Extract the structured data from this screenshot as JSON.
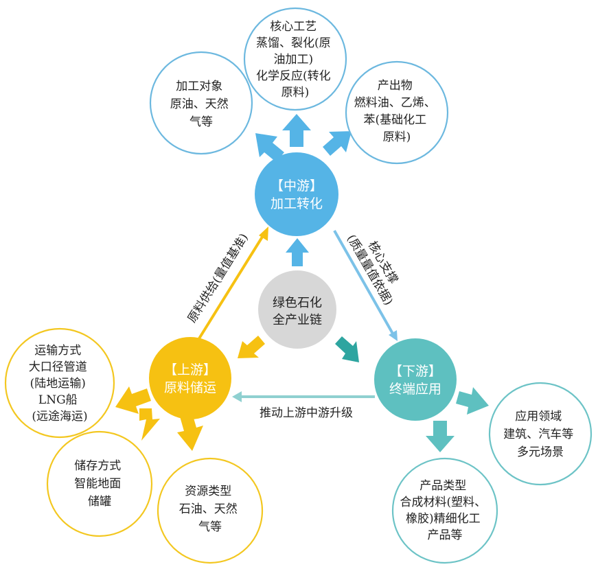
{
  "center": {
    "line1": "绿色石化",
    "line2": "全产业链"
  },
  "hubs": {
    "midstream": {
      "line1": "【中游】",
      "line2": "加工转化"
    },
    "upstream": {
      "line1": "【上游】",
      "line2": "原料储运"
    },
    "downstream": {
      "line1": "【下游】",
      "line2": "终端应用"
    }
  },
  "edges": {
    "left": "原料供给(量值基准)",
    "right_1": "核心支撑",
    "right_2": "(质量量值依据)",
    "bottom": "推动上游中游升级"
  },
  "satellites": {
    "processing_object": [
      "加工对象",
      "原油、天然",
      "气等"
    ],
    "core_process": [
      "核心工艺",
      "蒸馏、裂化(原",
      "油加工)",
      "化学反应(转化",
      "原料)"
    ],
    "output": [
      "产出物",
      "燃料油、乙烯、",
      "苯(基础化工",
      "原料)"
    ],
    "transport": [
      "运输方式",
      "大口径管道",
      "(陆地运输)",
      "LNG船",
      "(远途海运)"
    ],
    "storage": [
      "储存方式",
      "智能地面",
      "储罐"
    ],
    "resource_type": [
      "资源类型",
      "石油、天然",
      "气等"
    ],
    "application": [
      "应用领域",
      "建筑、汽车等",
      "多元场景"
    ],
    "product_type": [
      "产品类型",
      "合成材料(塑料、",
      "橡胶)精细化工",
      "产品等"
    ]
  },
  "colors": {
    "blue": "#55b4e6",
    "blue_ring": "#6cb8df",
    "yellow": "#f6c112",
    "yellow_ring": "#f3c720",
    "teal": "#5ec0c0",
    "teal_ring": "#6cc3c6",
    "gray": "#d7d7d7"
  }
}
